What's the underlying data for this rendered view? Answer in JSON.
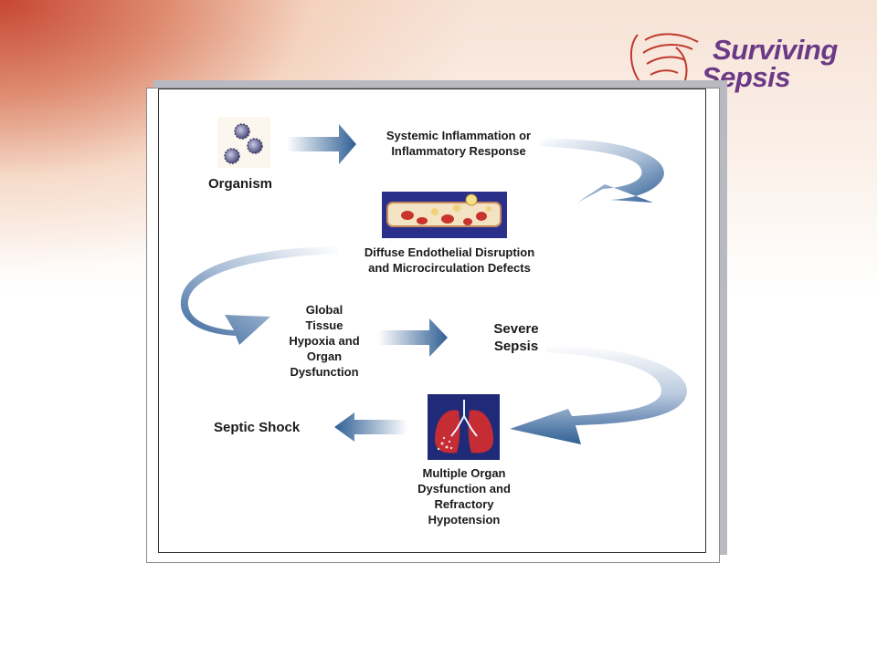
{
  "logo": {
    "line1": "Surviving",
    "line2": "Sepsis"
  },
  "diagram": {
    "organism": "Organism",
    "systemic_line1": "Systemic Inflammation or",
    "systemic_line2": "Inflammatory Response",
    "endothelial_line1": "Diffuse Endothelial Disruption",
    "endothelial_line2": "and Microcirculation Defects",
    "global_l1": "Global",
    "global_l2": "Tissue",
    "global_l3": "Hypoxia and",
    "global_l4": "Organ",
    "global_l5": "Dysfunction",
    "severe_l1": "Severe",
    "severe_l2": "Sepsis",
    "septic_shock": "Septic Shock",
    "mod_l1": "Multiple Organ",
    "mod_l2": "Dysfunction and",
    "mod_l3": "Refractory",
    "mod_l4": "Hypotension"
  },
  "colors": {
    "arrow_dark": "#2f5f95",
    "arrow_light": "#ffffff",
    "logo": "#6b3a86"
  }
}
